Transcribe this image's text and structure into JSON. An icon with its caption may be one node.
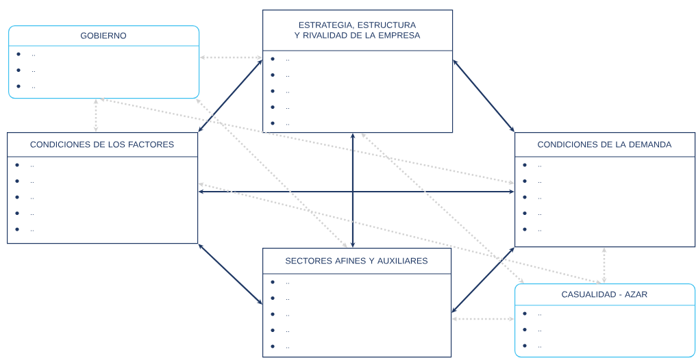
{
  "diagram": {
    "nodes": [
      {
        "text": [
          "GOBIERNO",
          "..",
          "..",
          ".."
        ]
      },
      {
        "text": [
          "ESTRATEGIA, ESTRUCTURA Y RIVALIDAD DE LA EMPRESA",
          "..",
          "..",
          "..",
          "..",
          ".."
        ]
      },
      {
        "text": [
          "CONDICIONES DE LOS FACTORES",
          "..",
          "..",
          "..",
          "..",
          ".."
        ]
      },
      {
        "text": [
          "CONDICIONES DE LA DEMANDA",
          "..",
          "..",
          "..",
          "..",
          ".."
        ]
      },
      {
        "text": [
          "SECTORES AFINES Y AUXILIARES",
          "..",
          "..",
          "..",
          "..",
          ".."
        ]
      },
      {
        "text": [
          "CASUALIDAD - AZAR",
          "..",
          "..",
          ".."
        ]
      }
    ],
    "edges": [
      {
        "from": 2,
        "to": 1,
        "arrow": "both",
        "color": "#1f3864"
      },
      {
        "from": 1,
        "to": 3,
        "arrow": "both",
        "color": "#1f3864"
      },
      {
        "from": 2,
        "to": 4,
        "arrow": "both",
        "color": "#1f3864"
      },
      {
        "from": 4,
        "to": 3,
        "arrow": "both",
        "color": "#1f3864"
      },
      {
        "from": 1,
        "to": 4,
        "arrow": "both",
        "color": "#1f3864"
      },
      {
        "from": 2,
        "to": 3,
        "arrow": "both",
        "color": "#1f3864"
      },
      {
        "from": 0,
        "to": 1,
        "arrow": "both",
        "style": "dashed"
      },
      {
        "from": 0,
        "to": 2,
        "arrow": "both",
        "style": "dashed"
      },
      {
        "from": 0,
        "to": 3,
        "arrow": "both",
        "style": "dashed"
      },
      {
        "from": 0,
        "to": 4,
        "arrow": "both",
        "style": "dashed"
      },
      {
        "from": 2,
        "to": 5,
        "arrow": "both",
        "style": "dashed"
      },
      {
        "from": 1,
        "to": 5,
        "arrow": "both",
        "style": "dashed"
      },
      {
        "from": 3,
        "to": 5,
        "arrow": "both",
        "style": "dashed"
      },
      {
        "from": 4,
        "to": 5,
        "arrow": "both",
        "style": "dashed"
      }
    ]
  }
}
